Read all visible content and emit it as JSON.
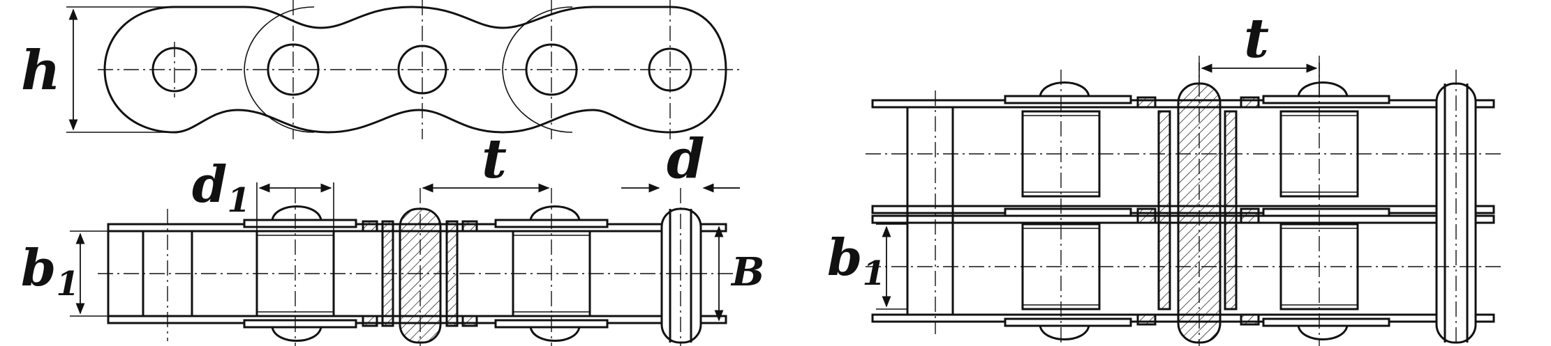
{
  "labels": {
    "h": "h",
    "d1_main": "d",
    "d1_sub": "1",
    "t_left": "t",
    "d": "d",
    "b1_left_main": "b",
    "b1_left_sub": "1",
    "B": "B",
    "t_right": "t",
    "b1_right_main": "b",
    "b1_right_sub": "1"
  }
}
